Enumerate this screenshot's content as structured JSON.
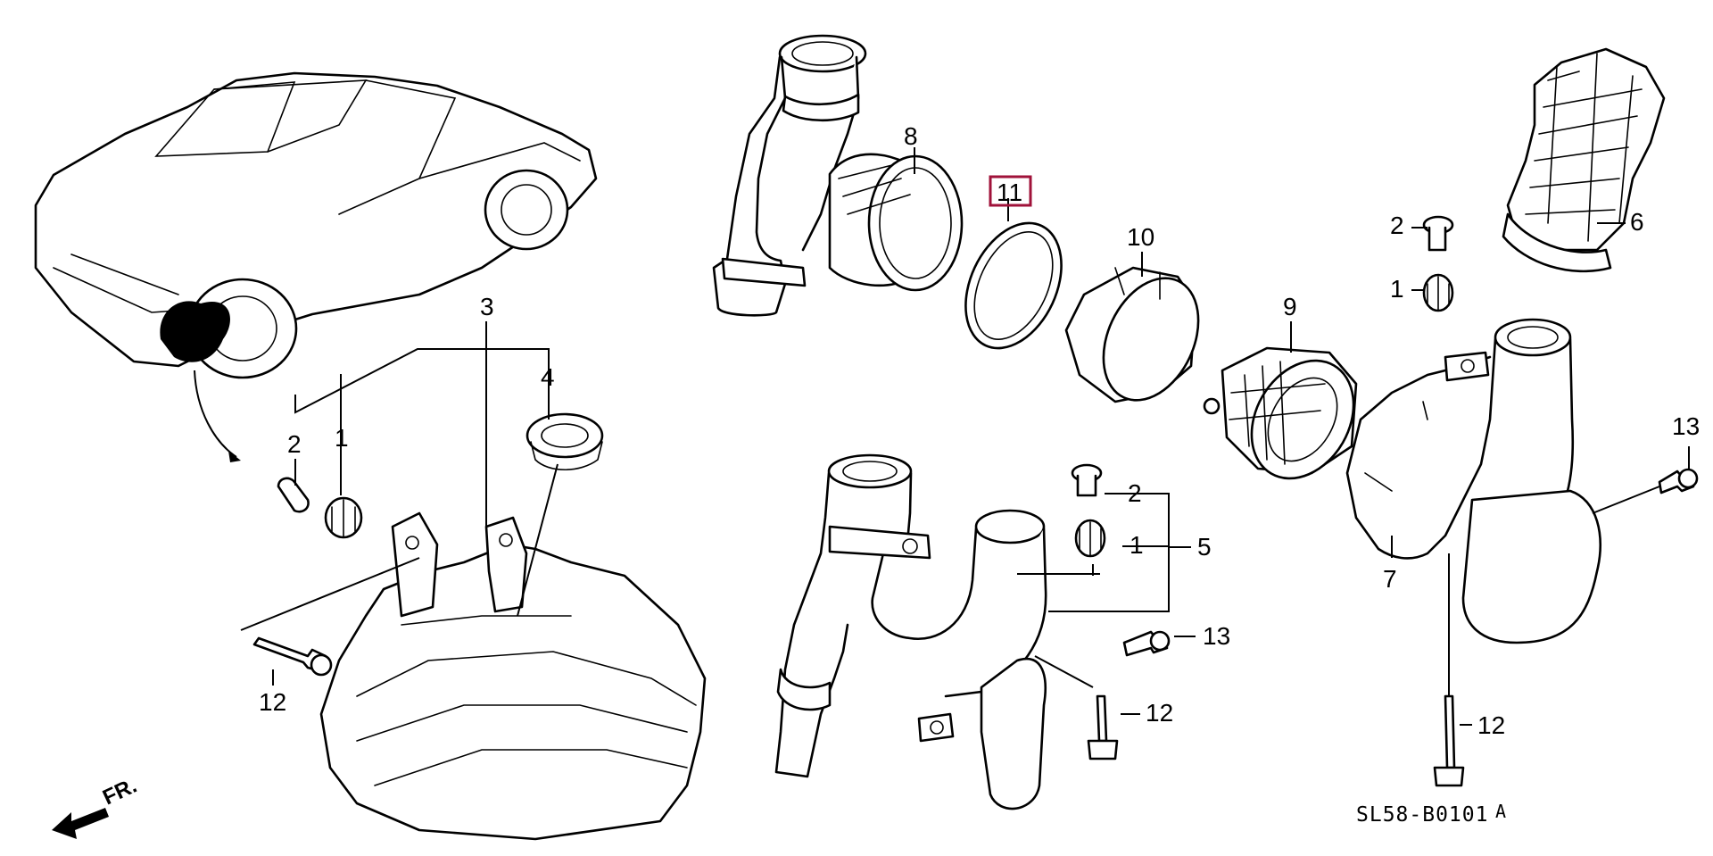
{
  "diagram": {
    "callouts": [
      {
        "id": "c8",
        "text": "8"
      },
      {
        "id": "c11",
        "text": "11",
        "highlighted": true
      },
      {
        "id": "c10",
        "text": "10"
      },
      {
        "id": "c9",
        "text": "9"
      },
      {
        "id": "c6",
        "text": "6"
      },
      {
        "id": "c2a",
        "text": "2"
      },
      {
        "id": "c1a",
        "text": "1"
      },
      {
        "id": "c13a",
        "text": "13"
      },
      {
        "id": "c7",
        "text": "7"
      },
      {
        "id": "c12a",
        "text": "12"
      },
      {
        "id": "c3",
        "text": "3"
      },
      {
        "id": "c4",
        "text": "4"
      },
      {
        "id": "c2b",
        "text": "2"
      },
      {
        "id": "c1b",
        "text": "1"
      },
      {
        "id": "c12b",
        "text": "12"
      },
      {
        "id": "c2c",
        "text": "2"
      },
      {
        "id": "c1c",
        "text": "1"
      },
      {
        "id": "c5",
        "text": "5"
      },
      {
        "id": "c13b",
        "text": "13"
      },
      {
        "id": "c12c",
        "text": "12"
      }
    ],
    "direction_label": "FR.",
    "diagram_code": "SL58-B0101",
    "diagram_code_suffix": "A",
    "highlight_color": "#a0123a"
  }
}
